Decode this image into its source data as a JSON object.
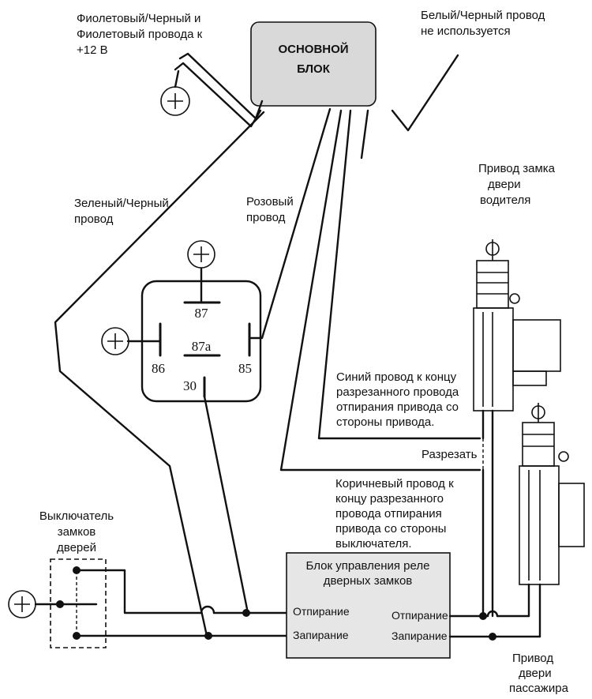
{
  "labels": {
    "violet_wires": [
      "Фиолетовый/Черный и",
      "Фиолетовый провода к",
      "+12  В"
    ],
    "main_unit": [
      "ОСНОВНОЙ",
      "БЛОК"
    ],
    "white_wire": [
      "Белый/Черный  провод",
      "не используется"
    ],
    "driver_actuator": [
      "Привод замка",
      "двери",
      "водителя"
    ],
    "green_wire": [
      "Зеленый/Черный",
      "провод"
    ],
    "pink_wire": [
      "Розовый",
      "провод"
    ],
    "relay_pins": {
      "p87": "87",
      "p87a": "87a",
      "p86": "86",
      "p85": "85",
      "p30": "30"
    },
    "blue_wire": [
      "Синий провод к концу",
      "разрезанного провода",
      "отпирания привода со",
      "стороны привода."
    ],
    "cut": "Разрезать",
    "brown_wire": [
      "Коричневый провод к",
      "концу разрезанного",
      "провода отпирания",
      "привода со стороны",
      "выключателя."
    ],
    "switch": [
      "Выключатель",
      "замков",
      "дверей"
    ],
    "control_block": [
      "Блок управления реле",
      "дверных замков"
    ],
    "unlock_left": "Отпирание",
    "lock_left": "Запирание",
    "unlock_right": "Отпирание",
    "lock_right": "Запирание",
    "passenger_actuator": [
      "Привод",
      "двери",
      "пассажира"
    ]
  },
  "colors": {
    "main_unit_fill": "#d9d9d9",
    "control_block_fill": "#e6e6e6",
    "ink": "#111111"
  }
}
